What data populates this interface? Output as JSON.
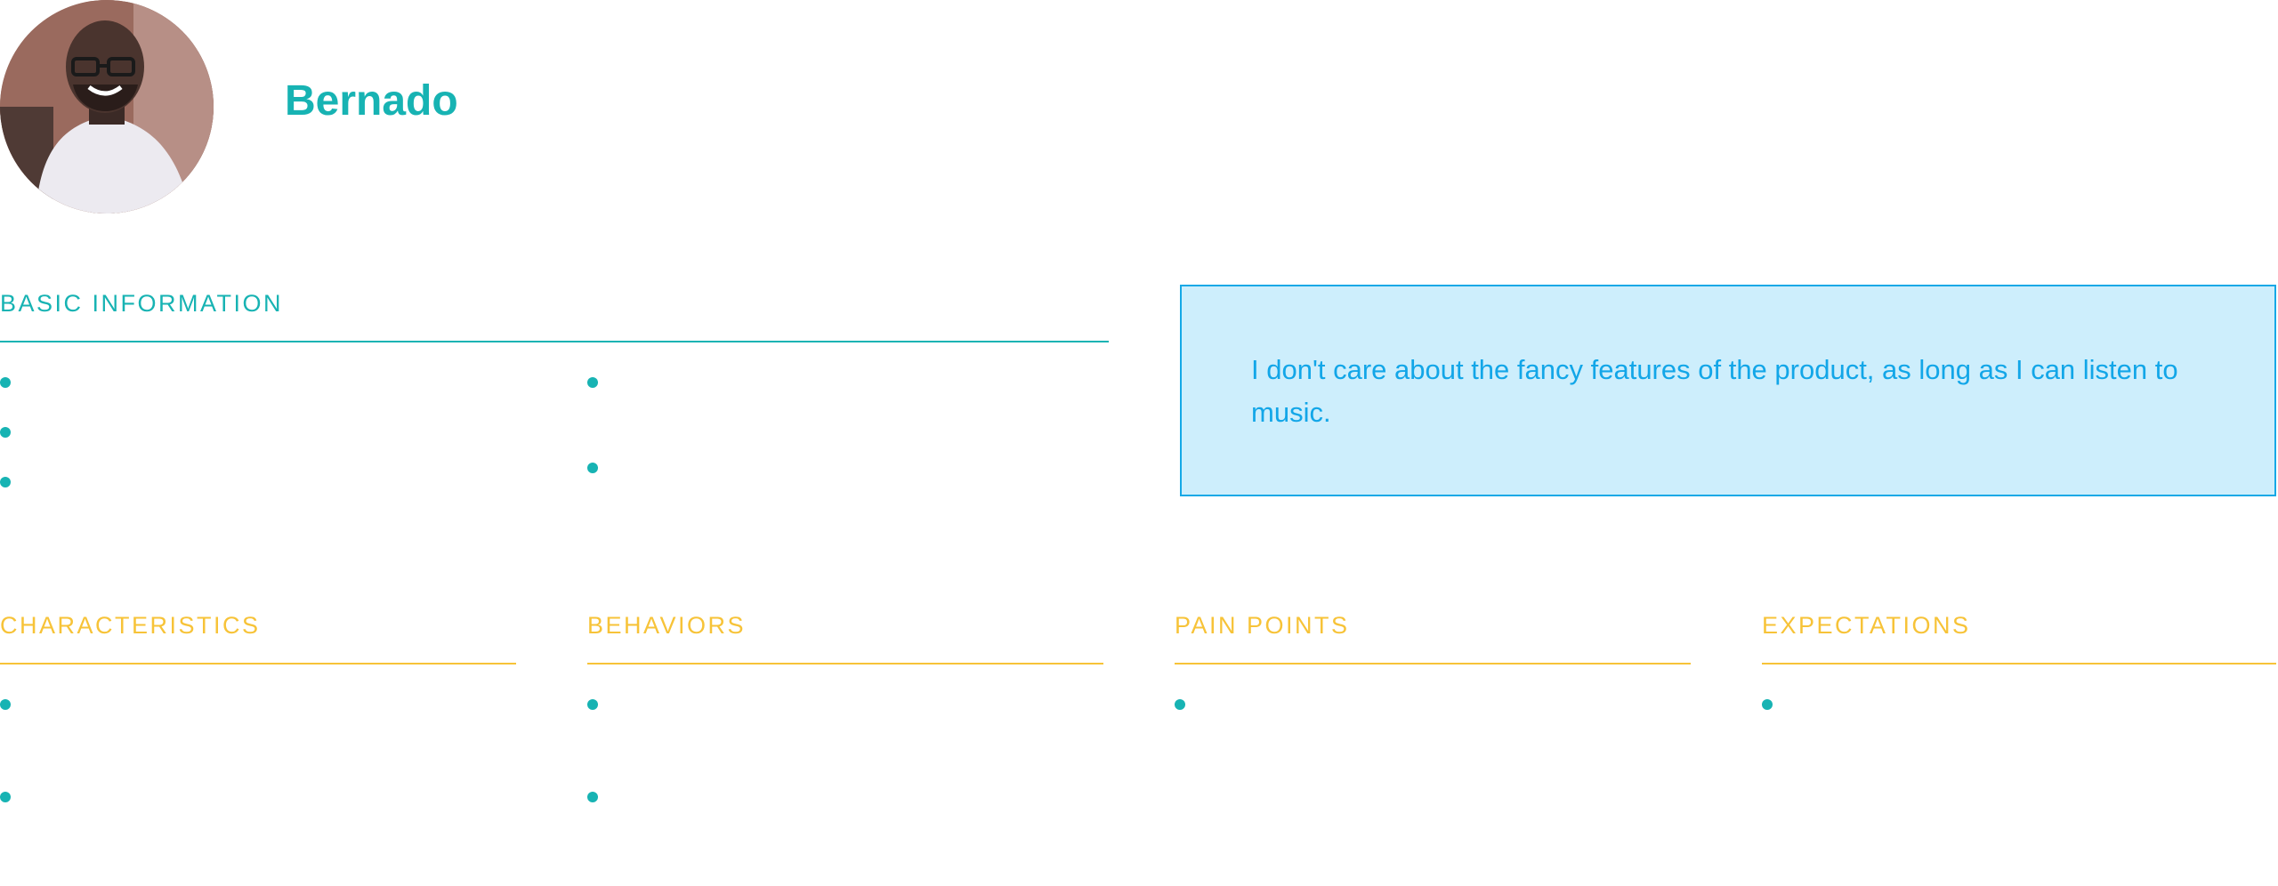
{
  "persona": {
    "name": "Bernado",
    "avatar_icon": "person-photo-icon"
  },
  "basic_info": {
    "title": "BASIC INFORMATION",
    "left_items": [
      "",
      "",
      ""
    ],
    "right_items": [
      "",
      ""
    ]
  },
  "quote": {
    "text": "I don't care about the fancy features of the product, as long as I can listen to music."
  },
  "sections": {
    "characteristics": {
      "title": "CHARACTERISTICS",
      "items": [
        "",
        ""
      ]
    },
    "behaviors": {
      "title": "BEHAVIORS",
      "items": [
        "",
        ""
      ]
    },
    "pain_points": {
      "title": "PAIN POINTS",
      "items": [
        ""
      ]
    },
    "expectations": {
      "title": "EXPECTATIONS",
      "items": [
        ""
      ]
    }
  },
  "colors": {
    "teal": "#17b3b3",
    "yellow": "#f7c338",
    "quote_bg": "#cdeefc",
    "quote_border": "#15a8e6",
    "quote_text": "#12a6e8"
  }
}
